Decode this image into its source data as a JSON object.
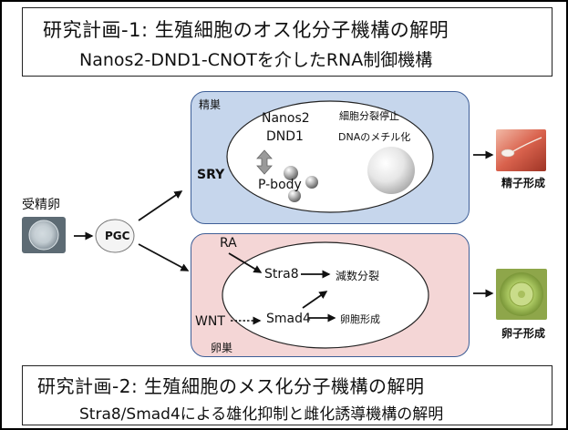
{
  "header": {
    "line1": "研究計画-1: 生殖細胞のオス化分子機構の解明",
    "line2": "Nanos2-DND1-CNOTを介したRNA制御機構"
  },
  "footer": {
    "line1": "研究計画-2: 生殖細胞のメス化分子機構の解明",
    "line2": "Stra8/Smad4による雄化抑制と雌化誘導機構の解明"
  },
  "left": {
    "fertilized_egg": "受精卵",
    "pgc": "PGC"
  },
  "testis": {
    "label": "精巣",
    "sry": "SRY",
    "nanos2": "Nanos2",
    "dnd1": "DND1",
    "pbody": "P-body",
    "arrest": "細胞分裂停止",
    "methylation": "DNAのメチル化",
    "output": "精子形成"
  },
  "ovary": {
    "label": "卵巣",
    "ra": "RA",
    "wnt": "WNT",
    "stra8": "Stra8",
    "smad4": "Smad4",
    "meiosis": "減数分裂",
    "oogenesis": "卵胞形成",
    "output": "卵子形成"
  },
  "colors": {
    "testis_fill": "#c6d6ec",
    "testis_border": "#3f5f97",
    "ovary_fill": "#f4d6d6",
    "ovary_border": "#3f5f97"
  }
}
